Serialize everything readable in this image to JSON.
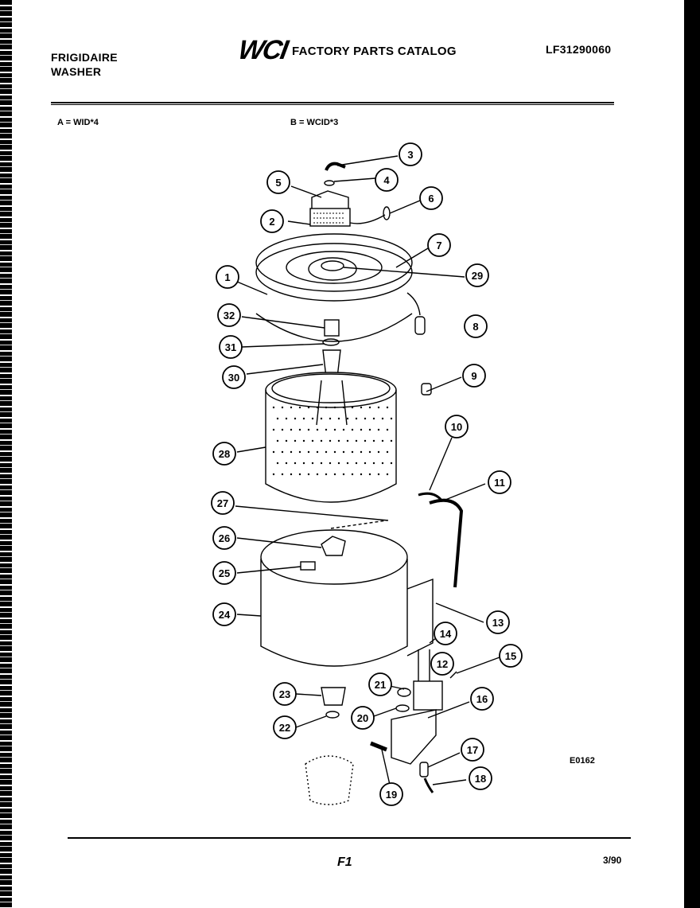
{
  "header": {
    "brand_line1": "FRIGIDAIRE",
    "brand_line2": "WASHER",
    "logo_text": "WCI",
    "catalog_title": "FACTORY PARTS CATALOG",
    "catalog_number": "LF31290060"
  },
  "models": {
    "a": "A = WID*4",
    "b": "B = WCID*3"
  },
  "diagram": {
    "id": "E0162",
    "callouts": [
      "1",
      "2",
      "3",
      "4",
      "5",
      "6",
      "7",
      "8",
      "9",
      "10",
      "11",
      "12",
      "13",
      "14",
      "15",
      "16",
      "17",
      "18",
      "19",
      "20",
      "21",
      "22",
      "23",
      "24",
      "25",
      "26",
      "27",
      "28",
      "29",
      "30",
      "31",
      "32"
    ]
  },
  "footer": {
    "page": "F1",
    "date": "3/90"
  }
}
